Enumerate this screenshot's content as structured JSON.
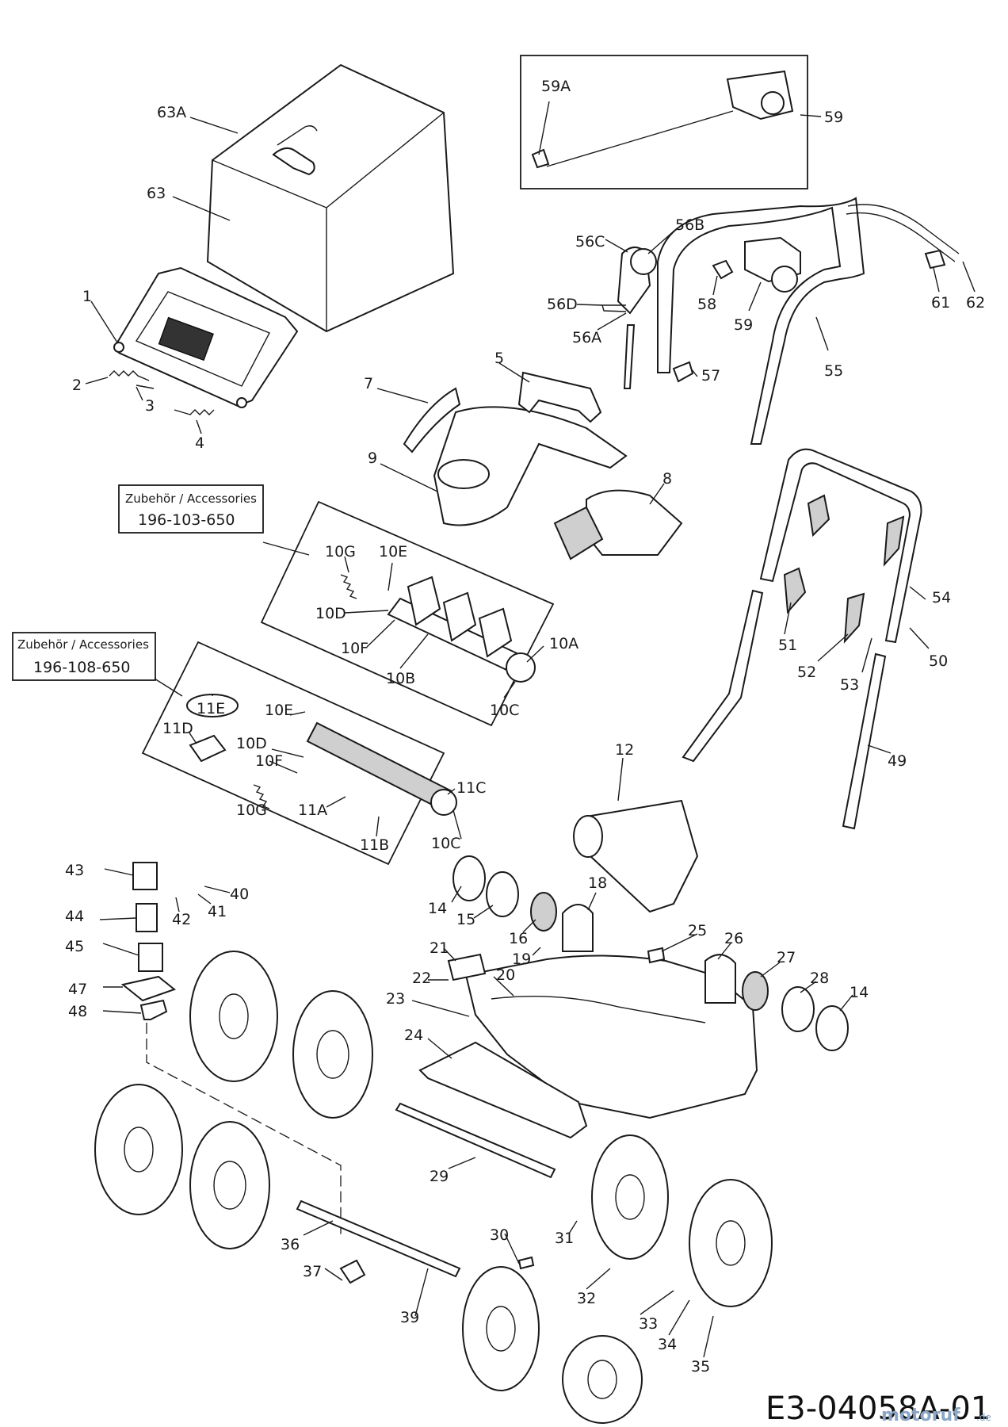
{
  "drawing_code": "E3-04058A-01",
  "watermark": {
    "brand": "motoruf",
    "suffix": ".de"
  },
  "accessory_boxes": [
    {
      "title": "Zubehör / Accessories",
      "number": "196-103-650"
    },
    {
      "title": "Zubehör / Accessories",
      "number": "196-108-650"
    }
  ],
  "part_labels": [
    "63A",
    "63",
    "1",
    "2",
    "3",
    "4",
    "7",
    "5",
    "9",
    "8",
    "59A",
    "59",
    "56C",
    "56B",
    "56D",
    "56A",
    "58",
    "59",
    "55",
    "57",
    "61",
    "62",
    "10G",
    "10E",
    "10D",
    "10F",
    "10B",
    "10A",
    "10C",
    "11E",
    "11D",
    "10E",
    "10D",
    "10F",
    "10G",
    "11A",
    "11B",
    "10C",
    "11C",
    "54",
    "50",
    "51",
    "52",
    "53",
    "49",
    "12",
    "43",
    "40",
    "41",
    "42",
    "44",
    "45",
    "47",
    "48",
    "14",
    "15",
    "16",
    "18",
    "19",
    "21",
    "22",
    "20",
    "23",
    "24",
    "25",
    "26",
    "27",
    "28",
    "14",
    "29",
    "30",
    "31",
    "32",
    "33",
    "34",
    "35",
    "36",
    "37",
    "39"
  ]
}
